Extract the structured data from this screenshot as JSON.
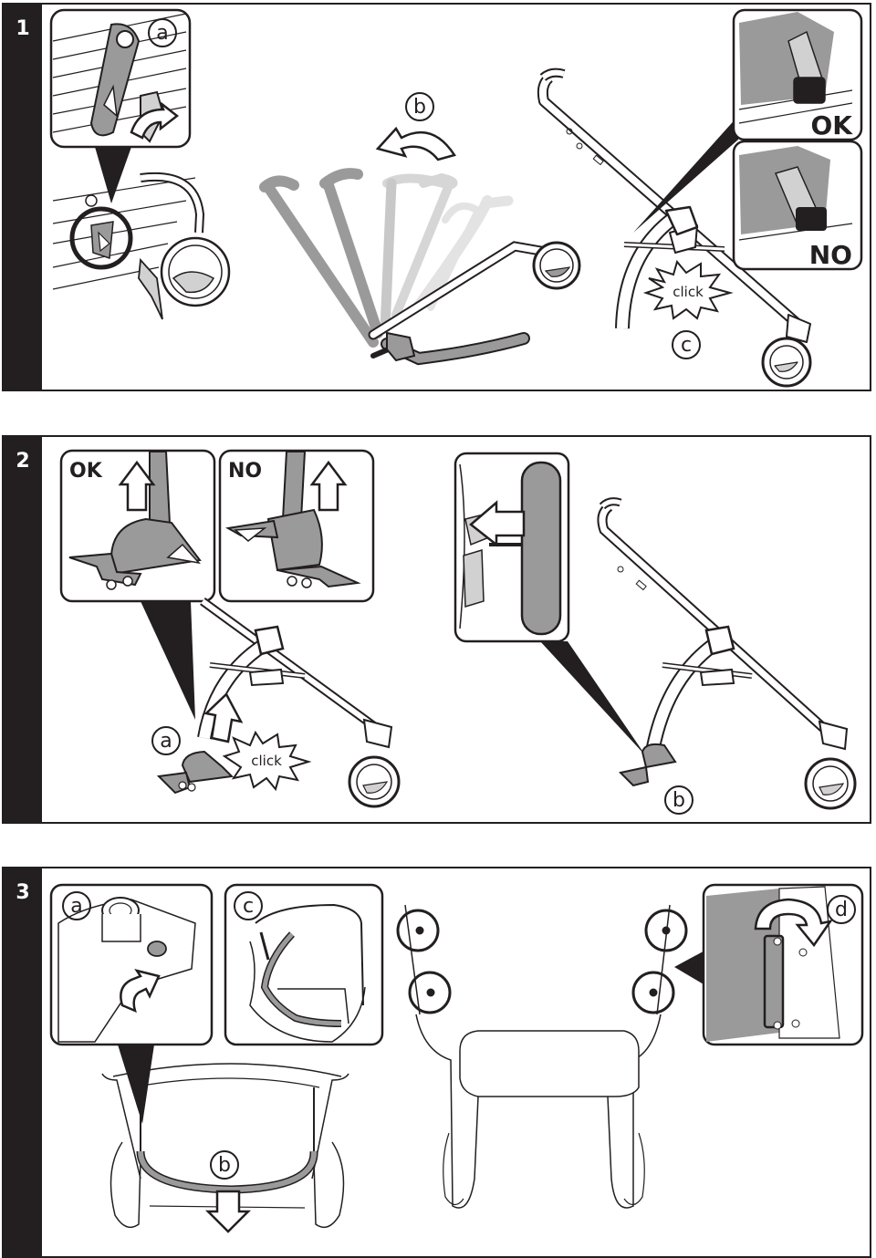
{
  "steps": [
    {
      "number": "1",
      "labels": {
        "a": "a",
        "b": "b",
        "c": "c"
      },
      "callouts": {
        "ok": "OK",
        "no": "NO"
      },
      "sound": "click"
    },
    {
      "number": "2",
      "labels": {
        "a": "a",
        "b": "b"
      },
      "callouts": {
        "ok": "OK",
        "no": "NO"
      },
      "sound": "click"
    },
    {
      "number": "3",
      "labels": {
        "a": "a",
        "b": "b",
        "c": "c",
        "d": "d"
      }
    }
  ],
  "colors": {
    "ink": "#231f20",
    "part_gray": "#9b9a9a",
    "light_gray": "#d2d1d1",
    "fade_gray": "#c9c8c8"
  }
}
